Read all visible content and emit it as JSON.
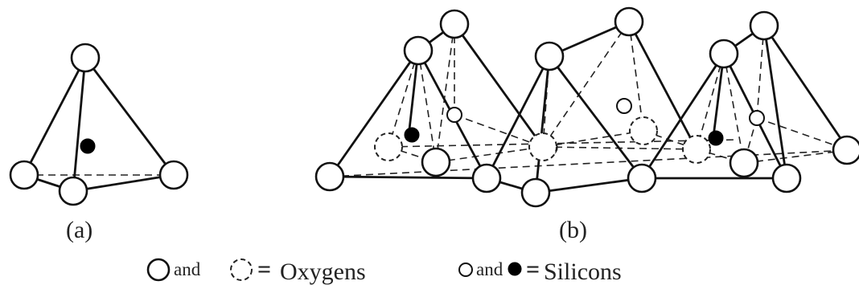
{
  "panels": {
    "a_label": "(a)",
    "b_label": "(b)"
  },
  "legend": {
    "and_1": "and",
    "eq_1": "=",
    "oxygens": "Oxygens",
    "and_2": "and",
    "eq_2": "=",
    "silicons": "Silicons"
  },
  "colors": {
    "ink": "#111111",
    "background": "#ffffff"
  }
}
